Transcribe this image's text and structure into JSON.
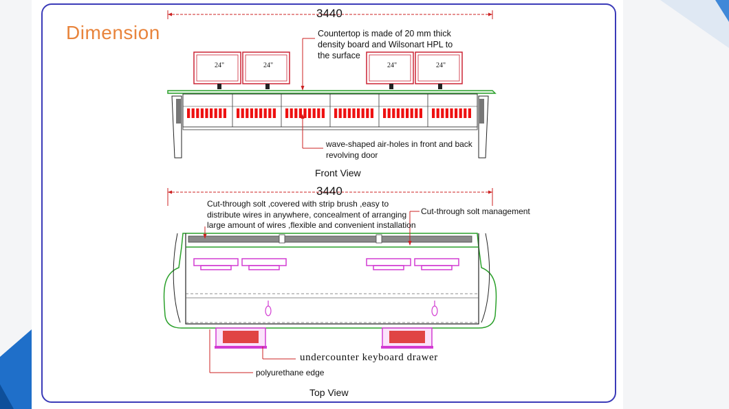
{
  "title": "Dimension",
  "front": {
    "dimension": "3440",
    "view_label": "Front View",
    "countertop_note": [
      "Countertop is made of 20 mm thick",
      "density board and Wilsonart HPL to",
      "the surface"
    ],
    "airholes_note": [
      "wave-shaped air-holes in  front and back",
      "revolving  door"
    ],
    "monitor_labels": [
      "24\"",
      "24\"",
      "24\"",
      "24\""
    ]
  },
  "top": {
    "dimension": "3440",
    "view_label": "Top View",
    "cutthrough_note": [
      "Cut-through solt ,covered with strip brush ,easy to",
      "distribute wires in anywhere, concealment of arranging",
      "large amount of wires ,flexible and convenient installation"
    ],
    "slot_management_note": "Cut-through solt management",
    "keyboard_drawer_note": "undercounter keyboard drawer",
    "edge_note": "polyurethane edge"
  },
  "colors": {
    "frame": "#3a3ab8",
    "accent_title": "#e8843c",
    "leader": "#cc2222",
    "airhole": "#ee1111",
    "countertop": "#2aa02a",
    "magenta": "#d23bd2",
    "corner_blue": "#1f6fc9"
  }
}
